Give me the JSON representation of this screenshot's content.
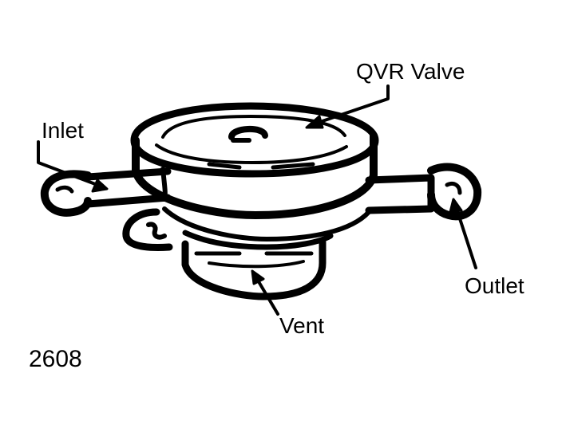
{
  "labels": {
    "qvr_valve": "QVR Valve",
    "inlet": "Inlet",
    "outlet": "Outlet",
    "vent": "Vent"
  },
  "figure_number": "2608",
  "colors": {
    "ink": "#000000",
    "paper": "#ffffff"
  }
}
